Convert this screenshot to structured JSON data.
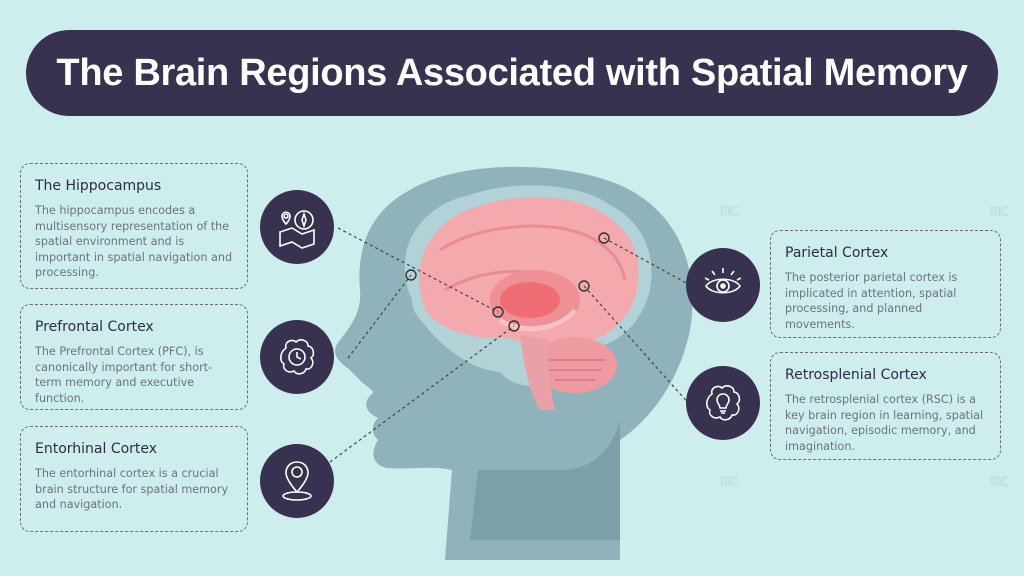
{
  "title": "The Brain Regions Associated with Spatial Memory",
  "watermark": "mc",
  "colors": {
    "background": "#cdeeec",
    "title_bar": "#383150",
    "icon_circle": "#383150",
    "head": "#8fb2bb",
    "brain": "#f4a9ad"
  },
  "regions": {
    "hippocampus": {
      "title": "The Hippocampus",
      "description": "The hippocampus encodes a multisensory representation of the spatial environment and is important in spatial navigation and processing.",
      "icon": "map-compass-icon"
    },
    "prefrontal": {
      "title": "Prefrontal Cortex",
      "description": "The Prefrontal Cortex (PFC), is canonically important for short-term memory and executive function.",
      "icon": "brain-clock-icon"
    },
    "entorhinal": {
      "title": "Entorhinal Cortex",
      "description": "The entorhinal cortex is a crucial brain structure for spatial memory and navigation.",
      "icon": "location-pin-icon"
    },
    "parietal": {
      "title": "Parietal Cortex",
      "description": "The posterior parietal cortex is implicated in attention, spatial processing, and planned movements.",
      "icon": "eye-icon"
    },
    "retrosplenial": {
      "title": "Retrosplenial Cortex",
      "description": "The retrosplenial cortex (RSC) is a key brain region in learning, spatial navigation, episodic memory, and imagination.",
      "icon": "brain-lightbulb-icon"
    }
  }
}
